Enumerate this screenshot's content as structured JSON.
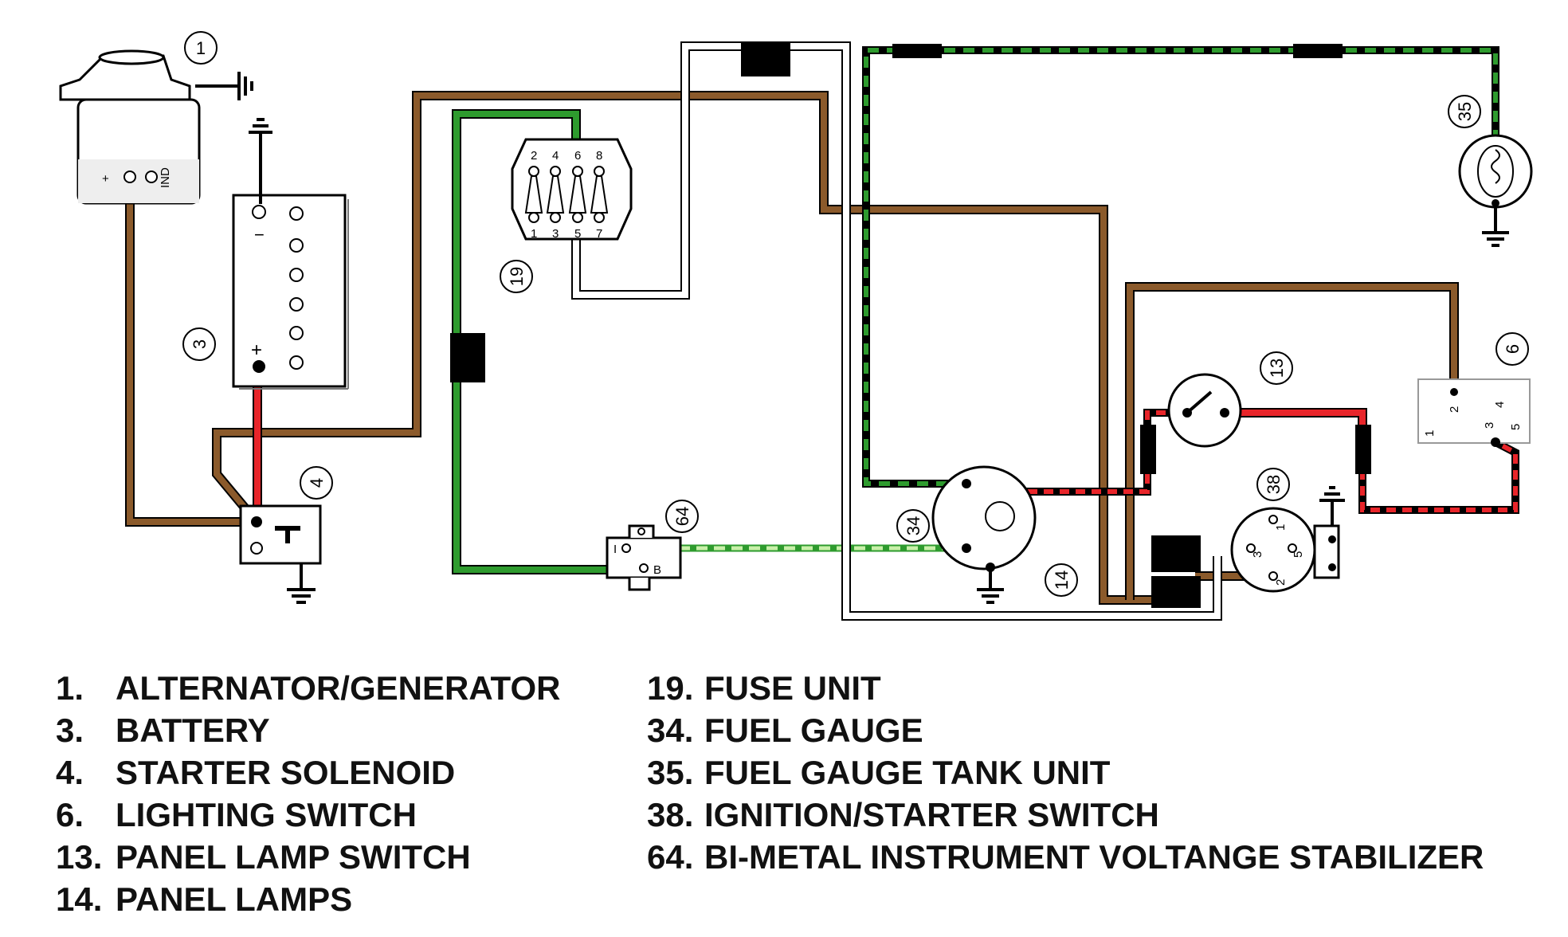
{
  "callouts": {
    "c1": "1",
    "c3": "3",
    "c4": "4",
    "c6": "6",
    "c13": "13",
    "c14": "14",
    "c19": "19",
    "c34": "34",
    "c35": "35",
    "c38": "38",
    "c64": "64"
  },
  "terminal_labels": {
    "alt_plus": "+",
    "alt_ind": "IND",
    "bat_minus": "−",
    "bat_plus": "+",
    "fuse_top": [
      "2",
      "4",
      "6",
      "8"
    ],
    "fuse_bottom": [
      "1",
      "3",
      "5",
      "7"
    ],
    "light_sw": [
      "1",
      "2",
      "3",
      "4",
      "5"
    ],
    "ign_sw": [
      "1",
      "3",
      "5",
      "2"
    ],
    "stab": [
      "I",
      "B"
    ]
  },
  "legend": {
    "left": [
      {
        "num": "1.",
        "label": "ALTERNATOR/GENERATOR"
      },
      {
        "num": "3.",
        "label": "BATTERY"
      },
      {
        "num": "4.",
        "label": "STARTER SOLENOID"
      },
      {
        "num": "6.",
        "label": "LIGHTING SWITCH"
      },
      {
        "num": "13.",
        "label": "PANEL LAMP SWITCH"
      },
      {
        "num": "14.",
        "label": "PANEL LAMPS"
      }
    ],
    "right": [
      {
        "num": "19.",
        "label": "FUSE UNIT"
      },
      {
        "num": "34.",
        "label": "FUEL GAUGE"
      },
      {
        "num": "35.",
        "label": "FUEL GAUGE TANK UNIT"
      },
      {
        "num": "38.",
        "label": "IGNITION/STARTER SWITCH"
      },
      {
        "num": "64.",
        "label": "BI-METAL INSTRUMENT VOLTANGE STABILIZER"
      }
    ]
  },
  "wire_colors": {
    "brown": "#8B5A2B",
    "red": "#E8252A",
    "green": "#2E9B2E",
    "light_green": "#8FD46A",
    "white": "#FFFFFF",
    "black": "#000000"
  }
}
